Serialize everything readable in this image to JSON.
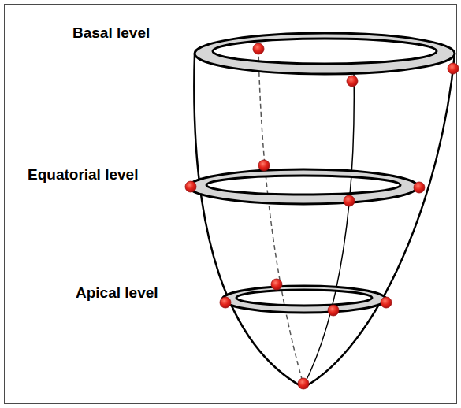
{
  "diagram": {
    "labels": [
      "Basal level",
      "Equatorial level",
      "Apical level"
    ]
  }
}
